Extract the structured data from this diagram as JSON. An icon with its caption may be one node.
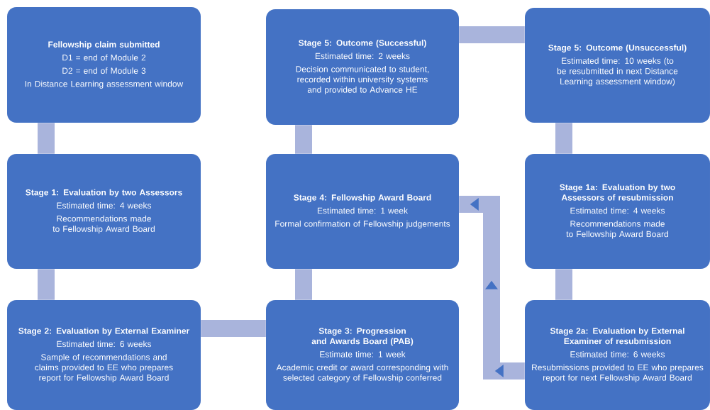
{
  "diagram": {
    "nodes": [
      {
        "text": [
          "Fellowship claim submitted",
          "D1 = end of Module 2",
          "D2 = end of Module 3",
          "In Distance Learning assessment window"
        ]
      },
      {
        "text": [
          "Stage 1: Evaluation by two Assessors",
          "Estimated time: 4 weeks",
          "Recommendations made to Fellowship Award Board"
        ]
      },
      {
        "text": [
          "Stage 2: Evaluation by External Examiner",
          "Estimated time: 6 weeks",
          "Sample of recommendations and claims provided to EE who prepares report for Fellowship Award Board"
        ]
      },
      {
        "text": [
          "Stage 3: Progression and Awards Board (PAB)",
          "Estimate time: 1 week",
          "Academic credit or award corresponding with selected category of Fellowship conferred"
        ]
      },
      {
        "text": [
          "Stage 4: Fellowship Award Board",
          "Estimated time: 1 week",
          "Formal confirmation of Fellowship judgements"
        ]
      },
      {
        "text": [
          "Stage 5: Outcome (Successful)",
          "Estimated time: 2 weeks",
          "Decision communicated to student, recorded within university systems and provided to Advance HE"
        ]
      },
      {
        "text": [
          "Stage 5: Outcome (Unsuccessful)",
          "Estimated time: 10 weeks (to be resubmitted in next Distance Learning assessment window)"
        ]
      },
      {
        "text": [
          "Stage 1a: Evaluation by two Assessors of resubmission",
          "Estimated time: 4 weeks",
          "Recommendations made to Fellowship Award Board"
        ]
      },
      {
        "text": [
          "Stage 2a: Evaluation by External Examiner of resubmission",
          "Estimated time: 6 weeks",
          "Resubmissions provided to EE who prepares report for next Fellowship Award Board"
        ]
      }
    ],
    "edges": [
      {
        "from": 0,
        "to": 1,
        "arrow": "none"
      },
      {
        "from": 1,
        "to": 2,
        "arrow": "none"
      },
      {
        "from": 2,
        "to": 3,
        "arrow": "none"
      },
      {
        "from": 3,
        "to": 4,
        "arrow": "none"
      },
      {
        "from": 4,
        "to": 5,
        "arrow": "none"
      },
      {
        "from": 5,
        "to": 6,
        "arrow": "none"
      },
      {
        "from": 6,
        "to": 7,
        "arrow": "none"
      },
      {
        "from": 7,
        "to": 8,
        "arrow": "none"
      },
      {
        "from": 8,
        "to": 4,
        "arrow": "to"
      }
    ]
  }
}
